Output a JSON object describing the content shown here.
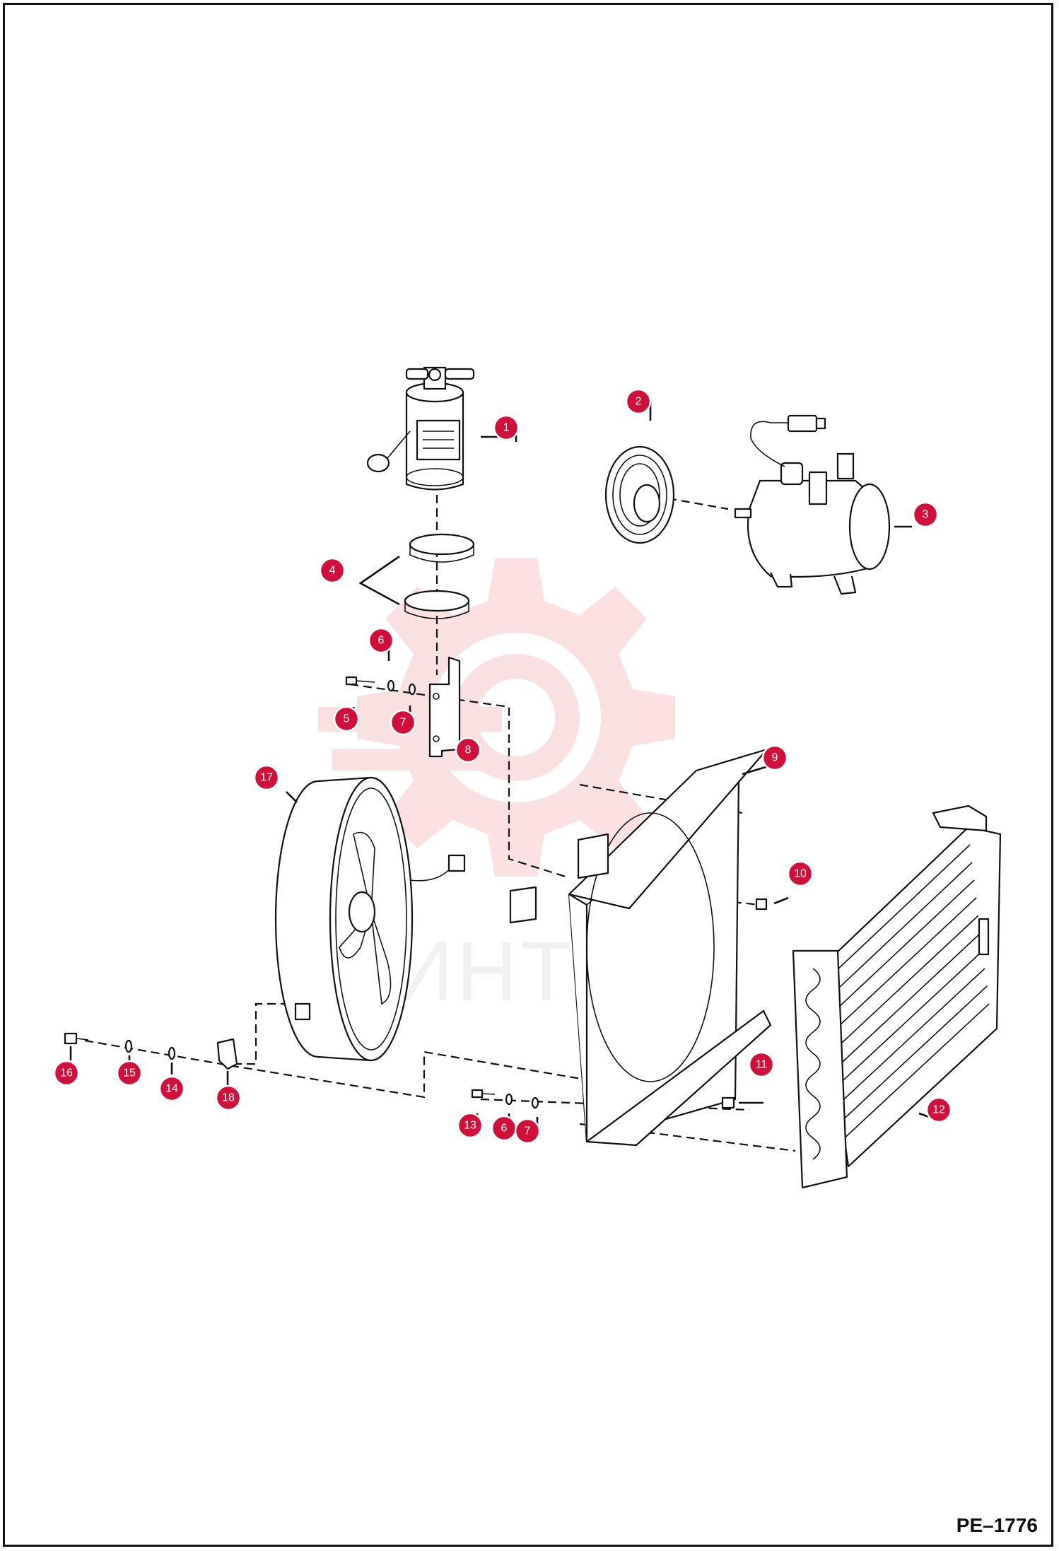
{
  "drawing_code": "PE–1776",
  "watermark_text": "ИНТЕХ",
  "colors": {
    "callout": "#d0103a",
    "line": "#111111",
    "watermark": "#f2c6c6"
  },
  "callouts": [
    {
      "id": "c1",
      "label": "1"
    },
    {
      "id": "c2",
      "label": "2"
    },
    {
      "id": "c3",
      "label": "3"
    },
    {
      "id": "c4",
      "label": "4"
    },
    {
      "id": "c5",
      "label": "5"
    },
    {
      "id": "c6a",
      "label": "6"
    },
    {
      "id": "c7a",
      "label": "7"
    },
    {
      "id": "c8",
      "label": "8"
    },
    {
      "id": "c9",
      "label": "9"
    },
    {
      "id": "c10",
      "label": "10"
    },
    {
      "id": "c11",
      "label": "11"
    },
    {
      "id": "c12",
      "label": "12"
    },
    {
      "id": "c13",
      "label": "13"
    },
    {
      "id": "c6b",
      "label": "6"
    },
    {
      "id": "c7b",
      "label": "7"
    },
    {
      "id": "c14",
      "label": "14"
    },
    {
      "id": "c15",
      "label": "15"
    },
    {
      "id": "c16",
      "label": "16"
    },
    {
      "id": "c17",
      "label": "17"
    },
    {
      "id": "c18",
      "label": "18"
    }
  ]
}
